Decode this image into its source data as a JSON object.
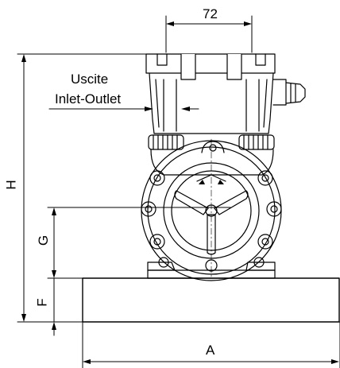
{
  "labels": {
    "dim_top": "72",
    "outlet_line1": "Uscite",
    "outlet_line2": "Inlet-Outlet",
    "dim_H": "H",
    "dim_G": "G",
    "dim_F": "F",
    "dim_A": "A"
  }
}
